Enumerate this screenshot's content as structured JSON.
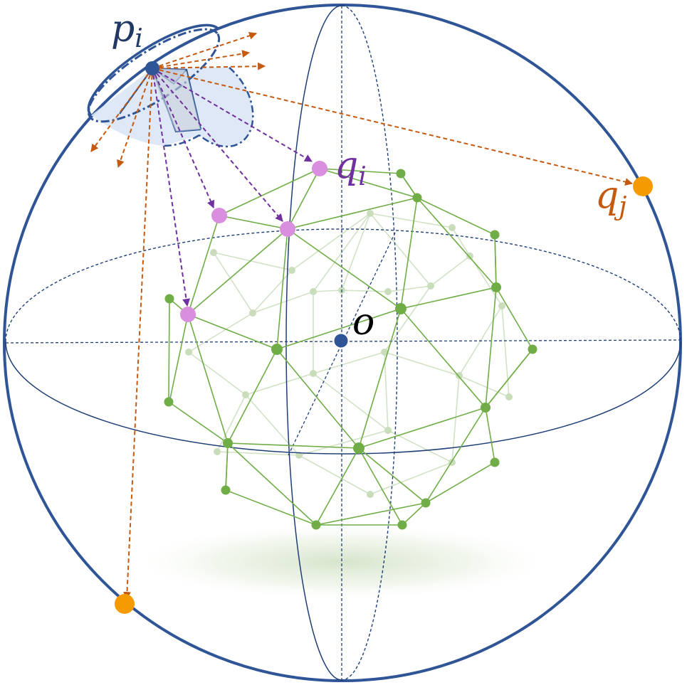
{
  "labels": {
    "p_base": "p",
    "p_sub": "i",
    "qi_base": "q",
    "qi_sub": "i",
    "qj_base": "q",
    "qj_sub": "j",
    "origin": "o"
  },
  "colors": {
    "sphere": "#2f5597",
    "axis": "#1f3f77",
    "mesh": "#70ad47",
    "mesh_faint": "#c5dcb6",
    "purple": "#7030a0",
    "orange_arrow": "#c55a11",
    "orange_point": "#f59b00",
    "pink_point": "#d98fde",
    "origin_point": "#2f5597",
    "cone_fill": "#dae6f5"
  },
  "icons": {
    "camera": "cone-projector-icon"
  }
}
